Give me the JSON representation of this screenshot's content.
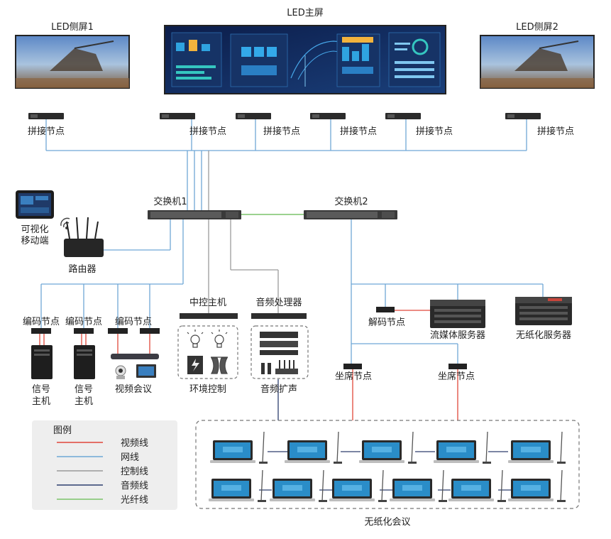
{
  "labels": {
    "led_main": "LED主屏",
    "led_side1": "LED侧屏1",
    "led_side2": "LED侧屏2",
    "splice_node": "拼接节点",
    "switch1": "交换机1",
    "switch2": "交换机2",
    "mobile": [
      "可视化",
      "移动端"
    ],
    "router": "路由器",
    "encode_node": "编码节点",
    "signal_host": [
      "信号",
      "主机"
    ],
    "video_conf": "视频会议",
    "central_ctrl": "中控主机",
    "env_ctrl": "环境控制",
    "audio_proc": "音频处理器",
    "audio_amp": "音频扩声",
    "decode_node": "解码节点",
    "stream_server": "流媒体服务器",
    "paperless_server": "无纸化服务器",
    "seat_node": "坐席节点",
    "paperless_meeting": "无纸化会议"
  },
  "legend": {
    "title": "图例",
    "items": [
      {
        "label": "视频线",
        "color": "#e0473a"
      },
      {
        "label": "网线",
        "color": "#6fa8d6"
      },
      {
        "label": "控制线",
        "color": "#9a9a9a"
      },
      {
        "label": "音频线",
        "color": "#2d3f6e"
      },
      {
        "label": "光纤线",
        "color": "#7cc36a"
      }
    ]
  },
  "colors": {
    "video": "#e0473a",
    "network": "#6fa8d6",
    "control": "#9a9a9a",
    "audio": "#2d3f6e",
    "fiber": "#7cc36a"
  }
}
